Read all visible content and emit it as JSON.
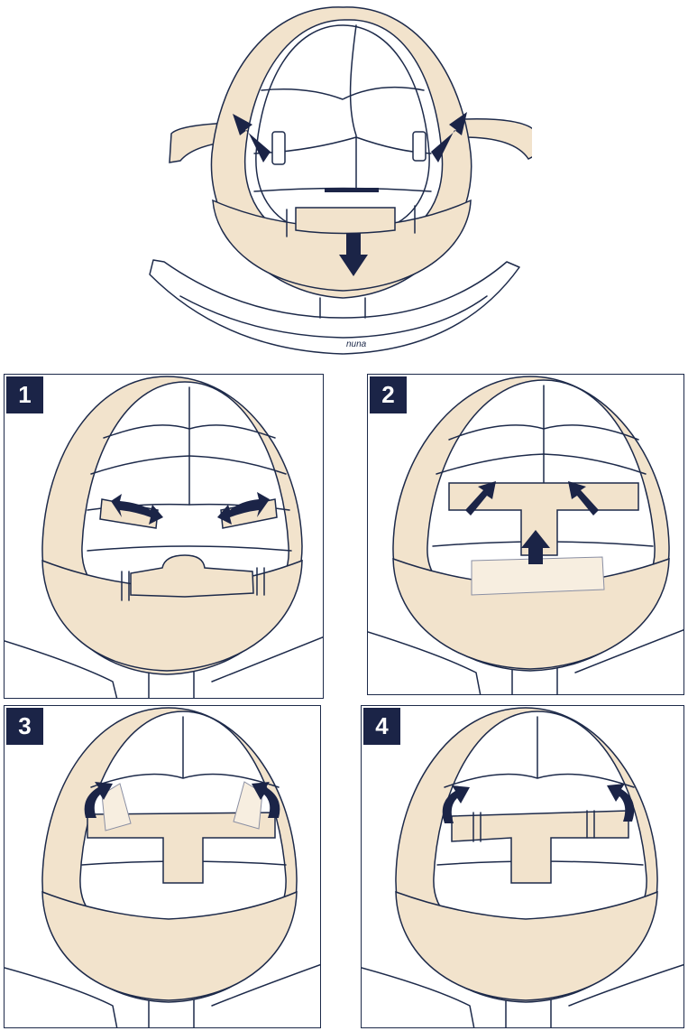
{
  "steps": [
    {
      "number": "1"
    },
    {
      "number": "2"
    },
    {
      "number": "3"
    },
    {
      "number": "4"
    }
  ],
  "brand": {
    "logo_text": "nuna"
  },
  "colors": {
    "cushion": "#f2e3cc",
    "outline": "#1d2a4a",
    "arrow": "#1b2447",
    "badge": "#1b2447"
  }
}
